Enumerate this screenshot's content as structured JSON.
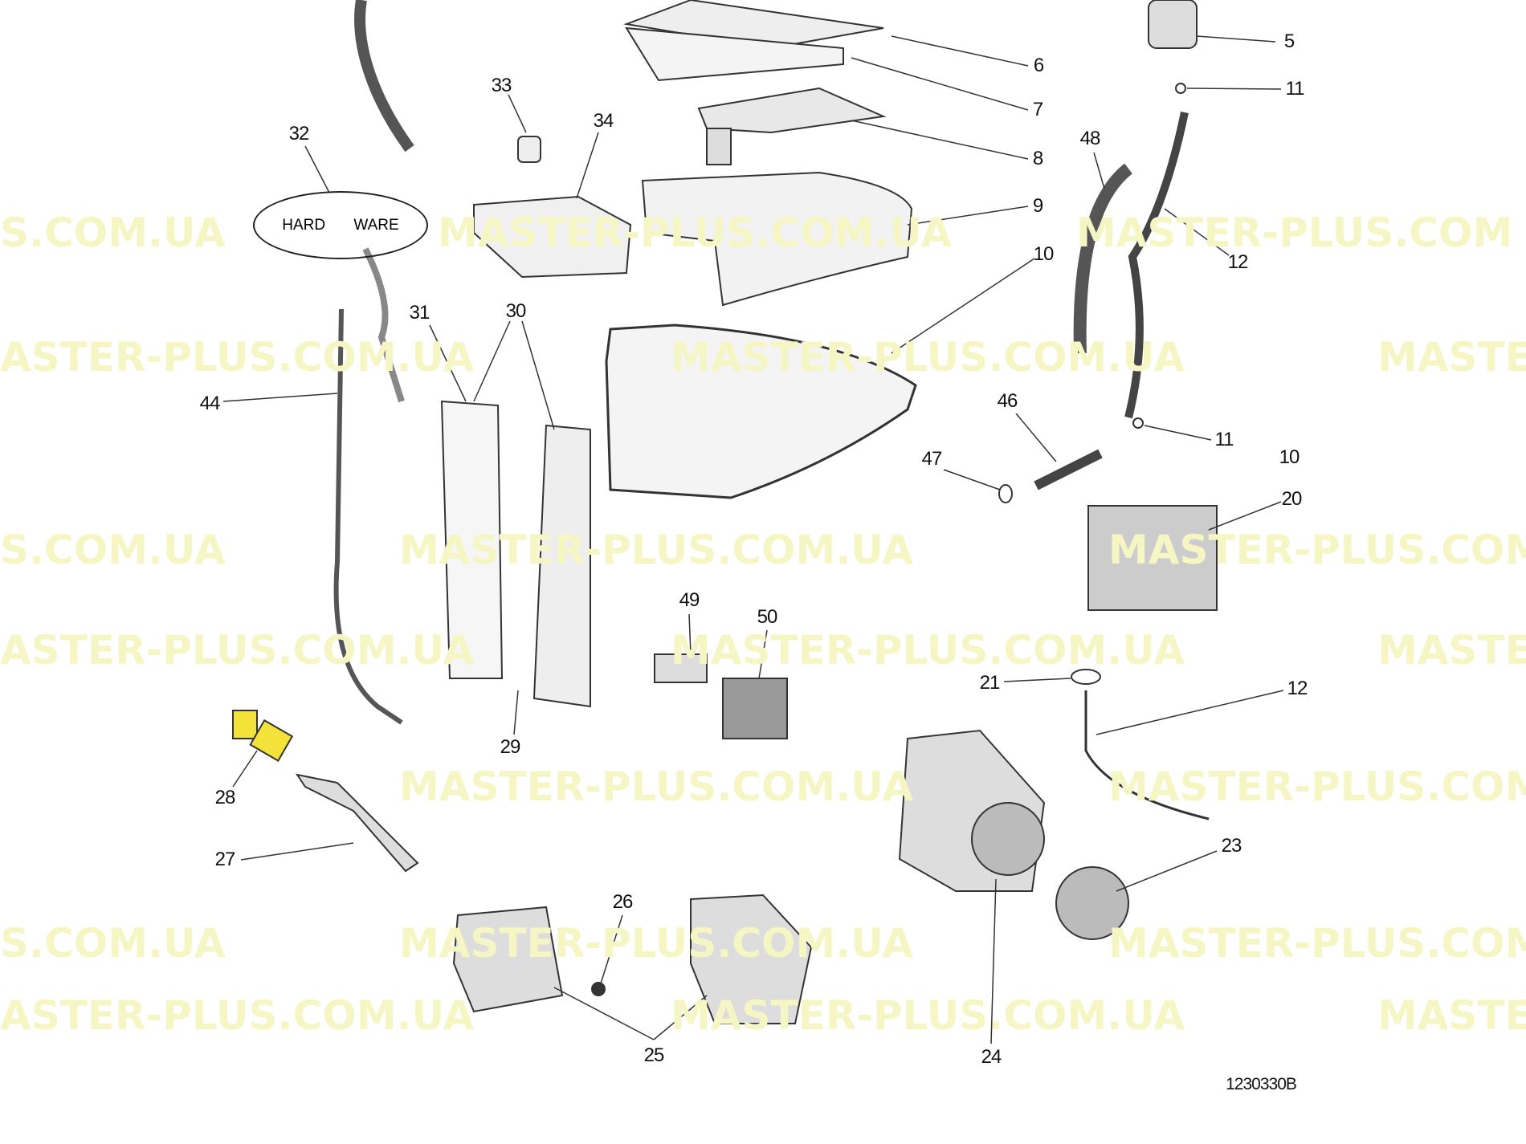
{
  "watermark": "MASTER-PLUS.COM.UA",
  "watermark_short": "S.COM.UA",
  "watermark_left": "ASTER-PLUS.COM.UA",
  "watermark_right": "MASTE",
  "watermark_right2": "MASTER-PLUS.COM",
  "hardware_label": "HARD WARE",
  "drawing_code": "1230330B",
  "highlight_color": "#f2e23a",
  "callouts": {
    "p5": "5",
    "p6": "6",
    "p7": "7",
    "p8": "8",
    "p9": "9",
    "p10a": "10",
    "p10b": "10",
    "p11a": "11",
    "p11b": "11",
    "p12a": "12",
    "p12b": "12",
    "p20": "20",
    "p21": "21",
    "p23": "23",
    "p24": "24",
    "p25": "25",
    "p26": "26",
    "p27": "27",
    "p28": "28",
    "p29": "29",
    "p30": "30",
    "p31": "31",
    "p32": "32",
    "p33": "33",
    "p34": "34",
    "p44": "44",
    "p46": "46",
    "p47": "47",
    "p48": "48",
    "p49": "49",
    "p50": "50"
  }
}
